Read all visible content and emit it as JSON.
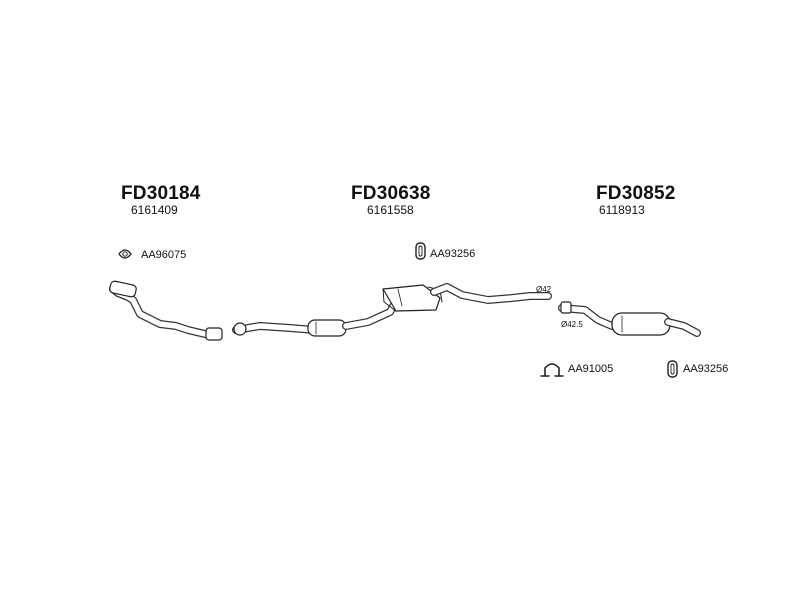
{
  "groups": [
    {
      "code": "FD30184",
      "oem": "6161409"
    },
    {
      "code": "FD30638",
      "oem": "6161558"
    },
    {
      "code": "FD30852",
      "oem": "6118913"
    }
  ],
  "accessories": [
    {
      "code": "AA96075",
      "icon": "gasket-icon"
    },
    {
      "code": "AA93256",
      "icon": "rubber-mount-icon"
    },
    {
      "code": "AA91005",
      "icon": "clamp-icon"
    },
    {
      "code": "AA93256",
      "icon": "rubber-mount-icon"
    }
  ],
  "diameters": [
    "Ø42",
    "Ø42.5"
  ]
}
